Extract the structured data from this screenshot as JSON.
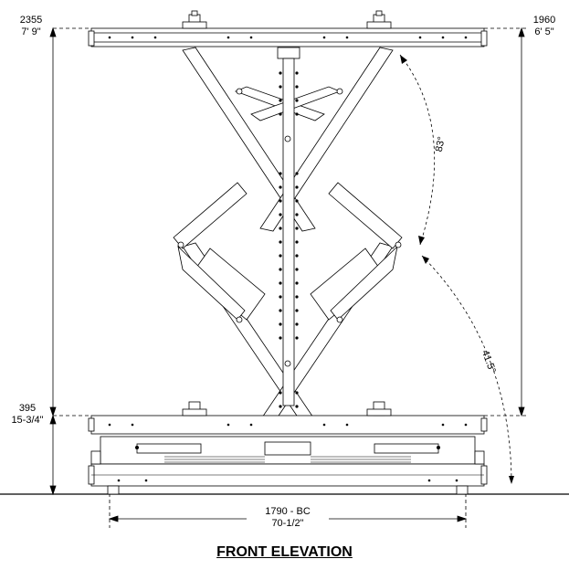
{
  "drawing": {
    "title": "FRONT ELEVATION",
    "dimensions": {
      "max_height": {
        "mm": "2355",
        "imperial": "7' 9\""
      },
      "platform_height": {
        "mm": "1960",
        "imperial": "6' 5\""
      },
      "collapsed_height": {
        "mm": "395",
        "imperial": "15-3/4\""
      },
      "base_width": {
        "mm": "1790 - BC",
        "imperial": "70-1/2\""
      }
    },
    "angles": {
      "upper": "83°",
      "lower": "41.5°"
    }
  }
}
